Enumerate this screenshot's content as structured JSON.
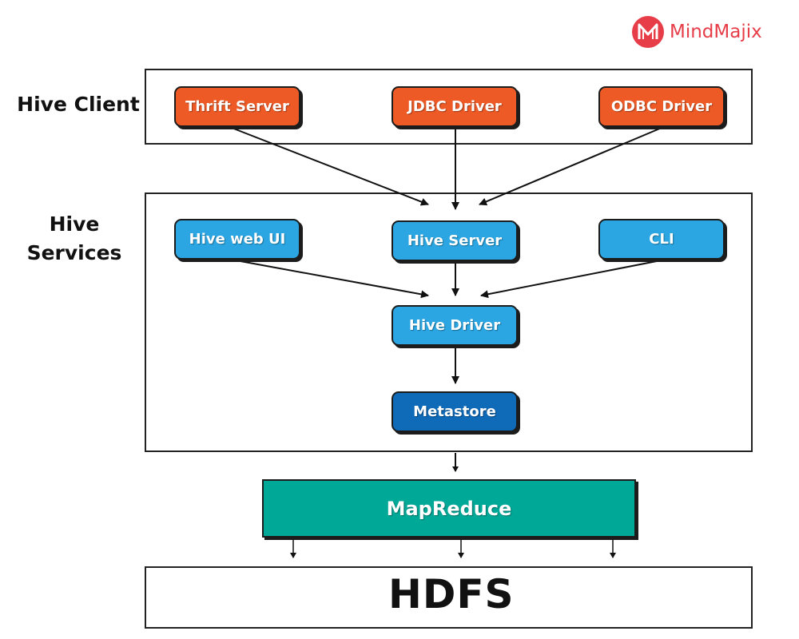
{
  "brand": {
    "name": "MindMajix",
    "color": "#e63d48"
  },
  "labels": {
    "hive_client": "Hive Client",
    "hive_services_line1": "Hive",
    "hive_services_line2": "Services"
  },
  "client": {
    "thrift": "Thrift Server",
    "jdbc": "JDBC Driver",
    "odbc": "ODBC Driver"
  },
  "services": {
    "web_ui": "Hive web UI",
    "server": "Hive Server",
    "cli": "CLI",
    "driver": "Hive Driver",
    "metastore": "Metastore"
  },
  "mapreduce": "MapReduce",
  "hdfs": "HDFS",
  "colors": {
    "orange": "#ee5a26",
    "blue": "#2ba6e2",
    "darkblue": "#0f6ab8",
    "teal": "#00a897"
  }
}
